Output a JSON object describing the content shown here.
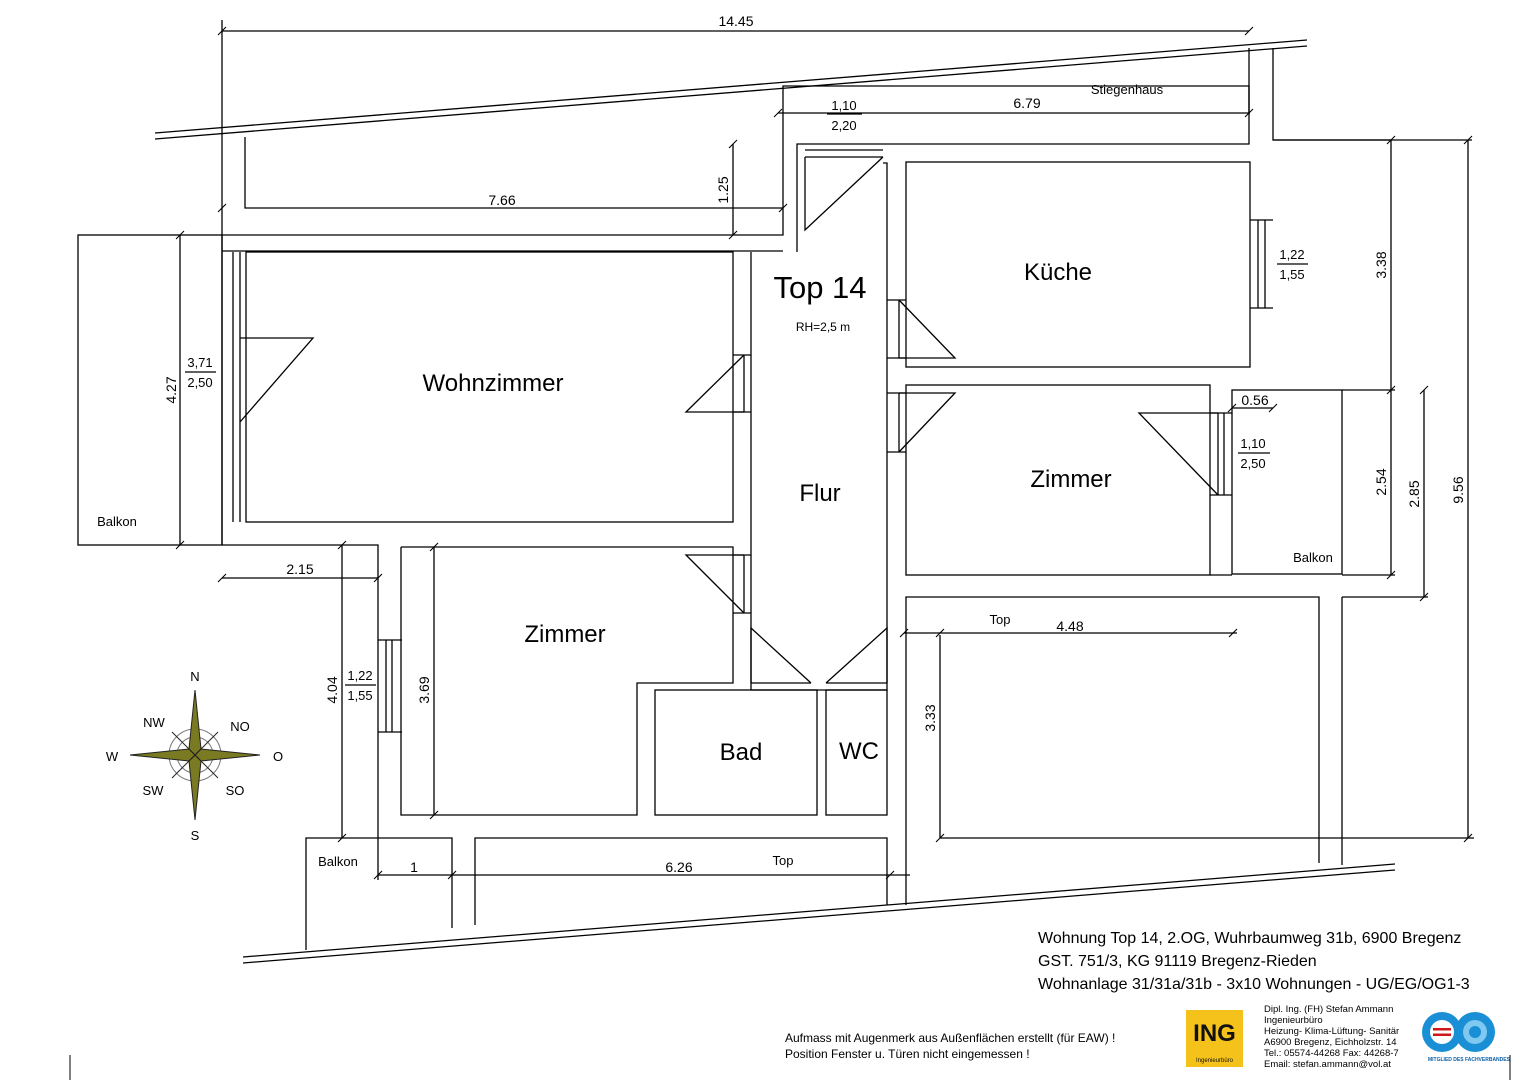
{
  "rooms": {
    "top": "Top 14",
    "rh": "RH=2,5 m",
    "wohnzimmer": "Wohnzimmer",
    "kueche": "Küche",
    "flur": "Flur",
    "zimmer_right": "Zimmer",
    "zimmer_left": "Zimmer",
    "bad": "Bad",
    "wc": "WC"
  },
  "labels": {
    "stiegenhaus": "Stiegenhaus",
    "balkon_left": "Balkon",
    "balkon_right": "Balkon",
    "balkon_bottom": "Balkon",
    "top_right": "Top",
    "top_bottom": "Top"
  },
  "dimensions": {
    "total_width": "14.45",
    "stair_width": "6.79",
    "wohn_width": "7.66",
    "corr_depth": "1.25",
    "balkon_depth": "4.27",
    "left_offset": "2.15",
    "zimmer_left_height": "4.04",
    "zimmer_left_inner": "3.69",
    "right_width": "4.48",
    "right_height": "3.33",
    "kueche_height": "3.38",
    "zimmer_right_height": "2.54",
    "zimmer_right_outer": "2.85",
    "total_height": "9.56",
    "balkon_right_width": "0.56",
    "bottom_small": "1",
    "bottom_width": "6.26"
  },
  "windows": {
    "w_top_num": "1,10",
    "w_top_den": "2,20",
    "w_kueche_num": "1,22",
    "w_kueche_den": "1,55",
    "w_wohn_num": "3,71",
    "w_wohn_den": "2,50",
    "w_zimmer_right_num": "1,10",
    "w_zimmer_right_den": "2,50",
    "w_zimmer_left_num": "1,22",
    "w_zimmer_left_den": "1,55"
  },
  "compass": {
    "n": "N",
    "s": "S",
    "w": "W",
    "o": "O",
    "nw": "NW",
    "no": "NO",
    "sw": "SW",
    "so": "SO"
  },
  "info": {
    "line1": "Wohnung Top 14, 2.OG, Wuhrbaumweg 31b, 6900 Bregenz",
    "line2": "GST. 751/3, KG 91119 Bregenz-Rieden",
    "line3": "Wohnanlage 31/31a/31b - 3x10 Wohnungen - UG/EG/OG1-3"
  },
  "note": {
    "line1": "Aufmass mit Augenmerk aus Außenflächen erstellt (für EAW) !",
    "line2": "Position Fenster u. Türen nicht eingemessen !"
  },
  "logo": {
    "text": "ING",
    "sub": "Ingenieurbüro"
  },
  "company": {
    "line1": "Dipl. Ing. (FH)  Stefan  Ammann",
    "line2": "Ingenieurbüro",
    "line3": "Heizung- Klima-Lüftung- Sanitär",
    "line4": "A6900 Bregenz,  Eichholzstr. 14",
    "line5": "Tel.: 05574-44268 Fax: 44268-7",
    "line6": "Email:   stefan.ammann@vol.at"
  },
  "seal": {
    "text": "MITGLIED DES FACHVERBANDES"
  },
  "colors": {
    "compass": "#7a7a22",
    "logo": "#f4c21a",
    "seal": "#1a8fd6",
    "seal_red": "#d01818"
  }
}
